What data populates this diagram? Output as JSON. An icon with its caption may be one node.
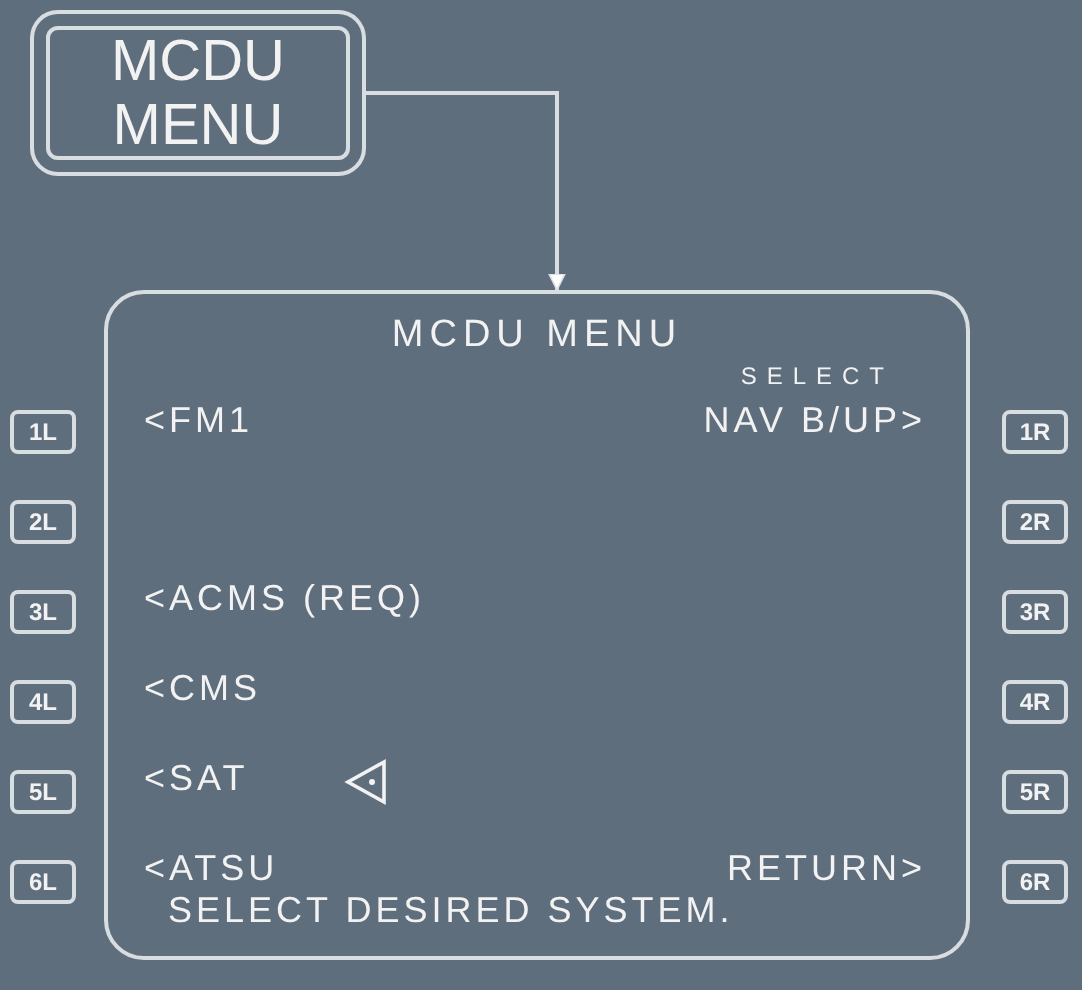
{
  "diagram": {
    "nodes": [
      {
        "text": [
          "MCDU MENU"
        ]
      },
      {
        "text": [
          "MCDU MENU",
          "SELECT",
          "<FM1",
          "NAV B/UP>",
          "<ACMS (REQ)",
          "<CMS",
          "<SAT",
          "<ATSU",
          "RETURN>",
          "SELECT DESIRED SYSTEM."
        ]
      },
      {
        "text": [
          "1L"
        ]
      },
      {
        "text": [
          "1R"
        ]
      },
      {
        "text": [
          "2L"
        ]
      },
      {
        "text": [
          "2R"
        ]
      },
      {
        "text": [
          "3L"
        ]
      },
      {
        "text": [
          "3R"
        ]
      },
      {
        "text": [
          "4L"
        ]
      },
      {
        "text": [
          "4R"
        ]
      },
      {
        "text": [
          "5L"
        ]
      },
      {
        "text": [
          "5R"
        ]
      },
      {
        "text": [
          "6L"
        ]
      },
      {
        "text": [
          "6R"
        ]
      }
    ],
    "edges": [
      {
        "from": 0,
        "to": 1,
        "arrow": "to"
      }
    ]
  }
}
